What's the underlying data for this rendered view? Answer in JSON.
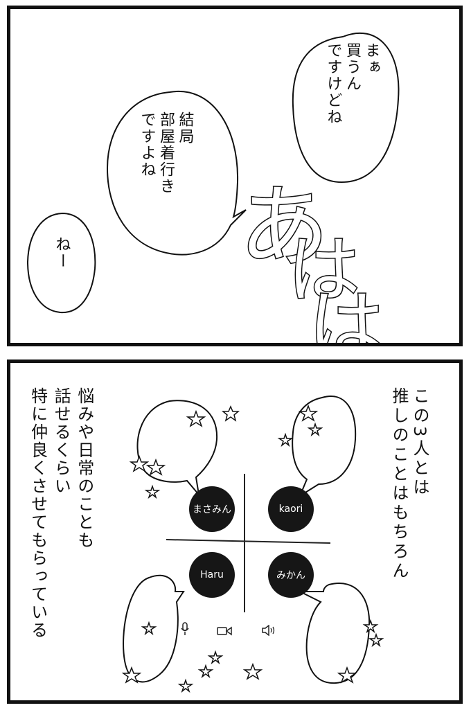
{
  "top_panel": {
    "bubble_1": [
      "まぁ",
      "買うん",
      "ですけどね"
    ],
    "bubble_2": [
      "結局",
      "部屋着行き",
      "ですよね"
    ],
    "bubble_3": [
      "ねー"
    ],
    "sfx": [
      "あ",
      "は",
      "は"
    ]
  },
  "bottom_panel": {
    "narration_right": [
      "この3人とは",
      "推しのことはもちろん"
    ],
    "narration_left": [
      "悩みや日常のことも",
      "話せるくらい",
      "特に仲良くさせてもらっている"
    ],
    "participants": [
      {
        "name": "まさみん"
      },
      {
        "name": "kaori"
      },
      {
        "name": "Haru"
      },
      {
        "name": "みかん"
      }
    ],
    "controls": {
      "mic_icon": "mic-icon",
      "camera_icon": "camera-icon",
      "speaker_icon": "speaker-icon"
    }
  }
}
